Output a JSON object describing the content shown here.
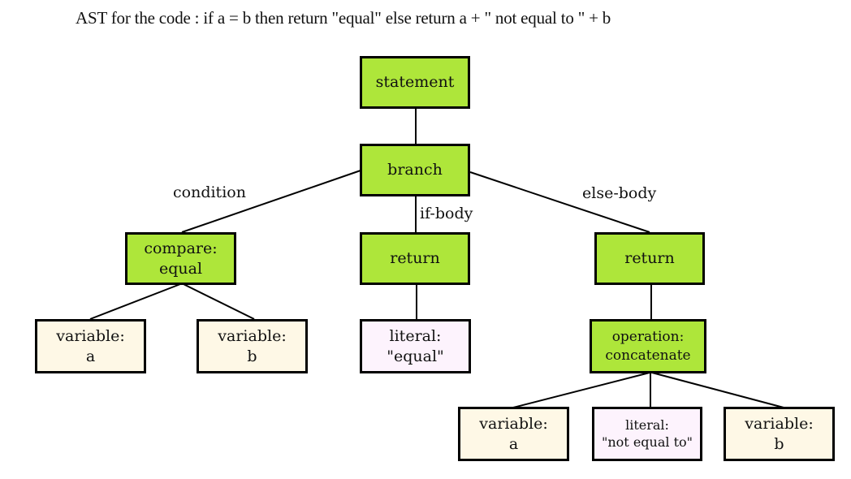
{
  "title": "AST for the code : if a = b then return \"equal\" else return a + \" not equal to \" + b",
  "colors": {
    "node_green": "#aee63a",
    "node_cream": "#fef8e6",
    "node_pink": "#fdf3fd",
    "border": "#000000"
  },
  "nodes": {
    "statement": {
      "line1": "statement"
    },
    "branch": {
      "line1": "branch"
    },
    "compare": {
      "line1": "compare:",
      "line2": "equal"
    },
    "return_if": {
      "line1": "return"
    },
    "return_else": {
      "line1": "return"
    },
    "var_a_left": {
      "line1": "variable:",
      "line2": "a"
    },
    "var_b_left": {
      "line1": "variable:",
      "line2": "b"
    },
    "literal_equal": {
      "line1": "literal:",
      "line2": "\"equal\""
    },
    "operation": {
      "line1": "operation:",
      "line2": "concatenate"
    },
    "var_a_right": {
      "line1": "variable:",
      "line2": "a"
    },
    "literal_not_equal": {
      "line1": "literal:",
      "line2": "\"not equal to\""
    },
    "var_b_right": {
      "line1": "variable:",
      "line2": "b"
    }
  },
  "edge_labels": {
    "condition": "condition",
    "if_body": "if-body",
    "else_body": "else-body"
  }
}
